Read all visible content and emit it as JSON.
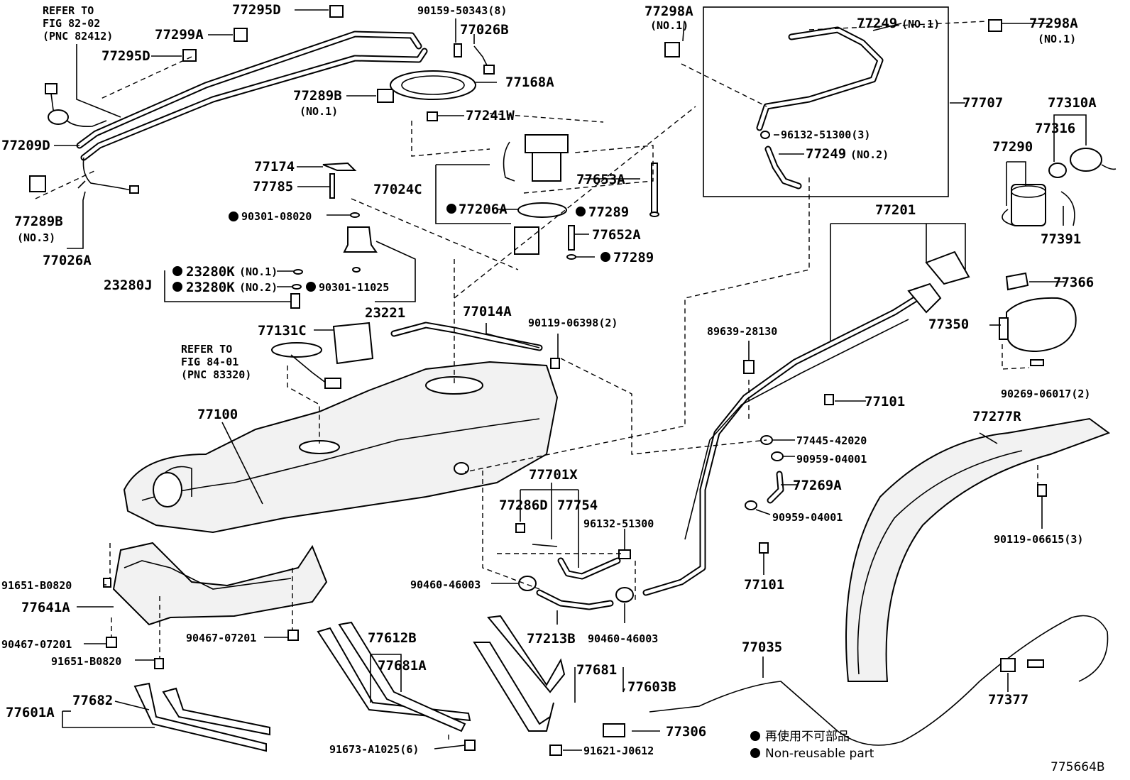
{
  "diagram_id": "775664B",
  "legend": {
    "jp": "再使用不可部品",
    "en": "Non-reusable part"
  },
  "refer": {
    "top_left": [
      "REFER TO",
      "FIG 82-02",
      "(PNC 82412)"
    ],
    "mid_left": [
      "REFER TO",
      "FIG 84-01",
      "(PNC 83320)"
    ]
  },
  "labels": {
    "p77295D_top": "77295D",
    "p77299A": "77299A",
    "p77295D_left": "77295D",
    "p90159": "90159-50343(8)",
    "p77026B": "77026B",
    "p77168A": "77168A",
    "p77289B_1": "77289B",
    "p77289B_1_sub": "(NO.1)",
    "p77241W": "77241W",
    "p77209D": "77209D",
    "p77289B_3": "77289B",
    "p77289B_3_sub": "(NO.3)",
    "p77026A": "77026A",
    "p77174": "77174",
    "p77785": "77785",
    "p77024C": "77024C",
    "p77653A": "77653A",
    "p77206A": "77206A",
    "p77289_a": "77289",
    "p77652A": "77652A",
    "p77289_b": "77289",
    "p90301_08020": "90301-08020",
    "p23280J": "23280J",
    "p23280K_1": "23280K",
    "p23280K_1_sub": "(NO.1)",
    "p23280K_2": "23280K",
    "p23280K_2_sub": "(NO.2)",
    "p90301_11025": "90301-11025",
    "p23221": "23221",
    "p77014A": "77014A",
    "p90119_06398": "90119-06398(2)",
    "p77131C": "77131C",
    "p77100": "77100",
    "p77298A_l": "77298A",
    "p77298A_l_sub": "(NO.1)",
    "p77249_1": "77249",
    "p77249_1_sub": "(NO.1)",
    "p77298A_r": "77298A",
    "p77298A_r_sub": "(NO.1)",
    "p77707": "77707",
    "p96132_3": "96132-51300(3)",
    "p77249_2": "77249",
    "p77249_2_sub": "(NO.2)",
    "p77310A": "77310A",
    "p77316": "77316",
    "p77290": "77290",
    "p77391": "77391",
    "p77201": "77201",
    "p77366": "77366",
    "p77350": "77350",
    "p90269": "90269-06017(2)",
    "p89639": "89639-28130",
    "p77101_a": "77101",
    "p77445": "77445-42020",
    "p90959_a": "90959-04001",
    "p77269A": "77269A",
    "p90959_b": "90959-04001",
    "p77277R": "77277R",
    "p90119_06615": "90119-06615(3)",
    "p77701X": "77701X",
    "p77286D": "77286D",
    "p77754": "77754",
    "p96132": "96132-51300",
    "p90460_a": "90460-46003",
    "p77213B": "77213B",
    "p90460_b": "90460-46003",
    "p77101_b": "77101",
    "p91651_a": "91651-B0820",
    "p77641A": "77641A",
    "p90467_a": "90467-07201",
    "p90467_b": "90467-07201",
    "p91651_b": "91651-B0820",
    "p77612B": "77612B",
    "p77681A": "77681A",
    "p77681": "77681",
    "p77603B": "77603B",
    "p77035": "77035",
    "p77601A": "77601A",
    "p77682": "77682",
    "p91673": "91673-A1025(6)",
    "p77306": "77306",
    "p91621": "91621-J0612",
    "p77377": "77377"
  }
}
